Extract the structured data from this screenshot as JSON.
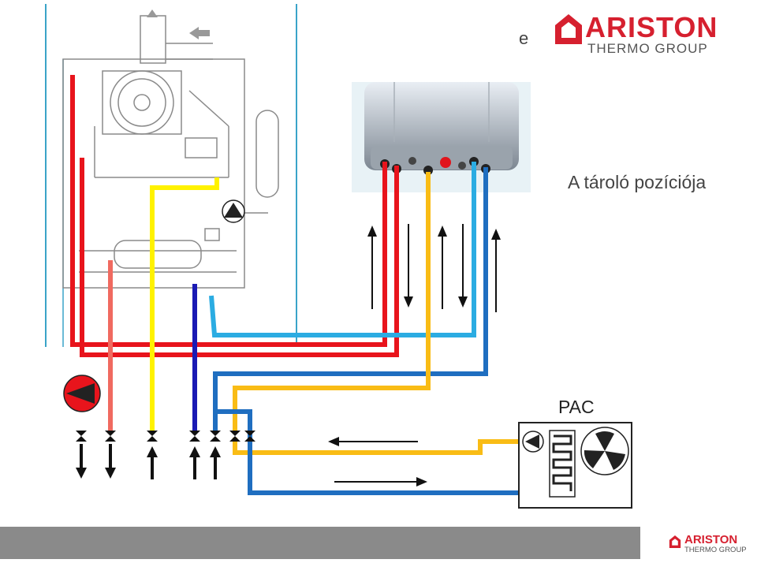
{
  "brand": {
    "name": "ARISTON",
    "subtitle": "THERMO GROUP",
    "color": "#d6202f"
  },
  "labels": {
    "fragment_e": "e",
    "tank_position": "A tároló pozíciója",
    "pac": "PAC"
  },
  "colors": {
    "hot_red": "#e8141c",
    "light_red": "#f06a60",
    "yellow": "#fff200",
    "orange_yellow": "#f9bc15",
    "dark_blue": "#1a1ab4",
    "blue": "#1f6ec0",
    "light_blue": "#2bace2",
    "footer_gray": "#8a8a8a"
  }
}
